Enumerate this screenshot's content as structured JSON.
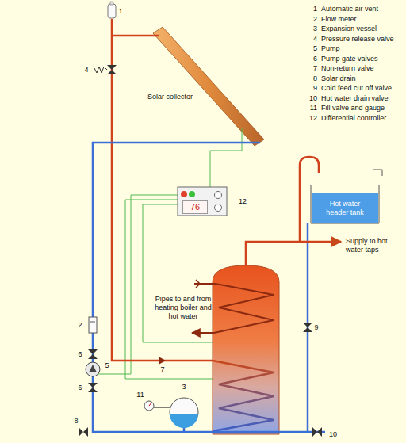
{
  "diagram": {
    "nodes": [
      {
        "text": [
          "Hot water header tank"
        ]
      },
      {
        "text": [
          "76"
        ]
      }
    ],
    "labels": [
      "1",
      "Automatic air vent",
      "2",
      "Flow meter",
      "3",
      "Expansion vessel",
      "4",
      "Pressure release valve",
      "5",
      "Pump",
      "6",
      "Pump gate valves",
      "7",
      "Non-return valve",
      "8",
      "Solar drain",
      "9",
      "Cold feed cut off valve",
      "10",
      "Hot water drain valve",
      "11",
      "Fill valve and gauge",
      "12",
      "Differential controller",
      "Solar collector",
      "Pipes to and from heating boiler and hot water",
      "Supply to hot water taps",
      "1",
      "4",
      "2",
      "6",
      "5",
      "6",
      "7",
      "3",
      "11",
      "8",
      "9",
      "10",
      "12"
    ]
  }
}
